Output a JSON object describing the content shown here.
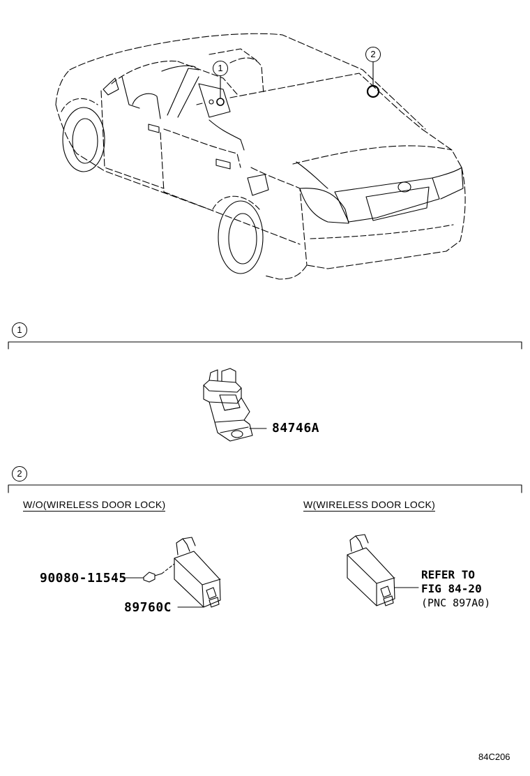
{
  "callouts": {
    "one": "1",
    "two": "2"
  },
  "sections": [
    {
      "marker": "1"
    },
    {
      "marker": "2"
    }
  ],
  "section1": {
    "part_number": "84746A"
  },
  "section2": {
    "left_variant": "W/O(WIRELESS DOOR LOCK)",
    "right_variant": "W(WIRELESS DOOR LOCK)",
    "bolt_part_number": "90080-11545",
    "module_part_number": "89760C",
    "refer_line1": "REFER TO",
    "refer_line2": "FIG 84-20",
    "refer_line3": "(PNC 897A0)"
  },
  "figure_code": "84C206"
}
